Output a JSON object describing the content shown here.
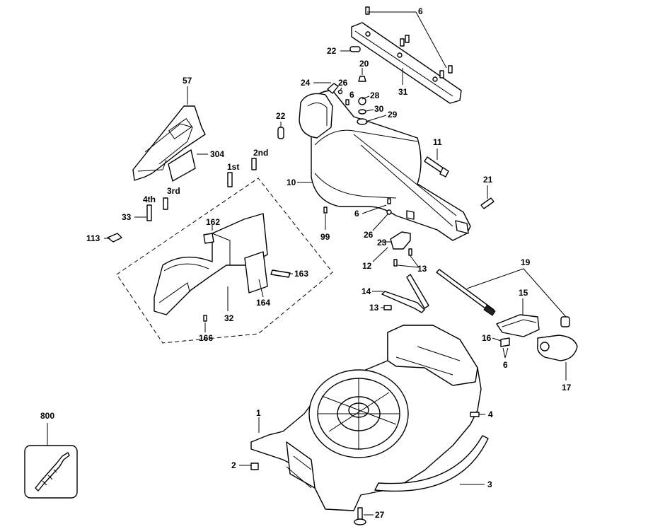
{
  "labels": {
    "p6_top": "6",
    "p22_top": "22",
    "p20": "20",
    "p24": "24",
    "p26_top": "26",
    "p6_mid": "6",
    "p28": "28",
    "p30": "30",
    "p29": "29",
    "p31": "31",
    "p22_left": "22",
    "p11": "11",
    "p10": "10",
    "p21": "21",
    "p6_low": "6",
    "p99": "99",
    "p26_low": "26",
    "p23": "23",
    "p12": "12",
    "p13_right": "13",
    "p14": "14",
    "p13_left": "13",
    "p19": "19",
    "p15": "15",
    "p16": "16",
    "p6_small": "6",
    "p17": "17",
    "p57": "57",
    "p304": "304",
    "p2nd": "2nd",
    "p1st": "1st",
    "p3rd": "3rd",
    "p4th": "4th",
    "p33": "33",
    "p113": "113",
    "p162": "162",
    "p163": "163",
    "p164": "164",
    "p32": "32",
    "p166": "166",
    "p800": "800",
    "p1": "1",
    "p4": "4",
    "p2": "2",
    "p3": "3",
    "p27": "27"
  }
}
